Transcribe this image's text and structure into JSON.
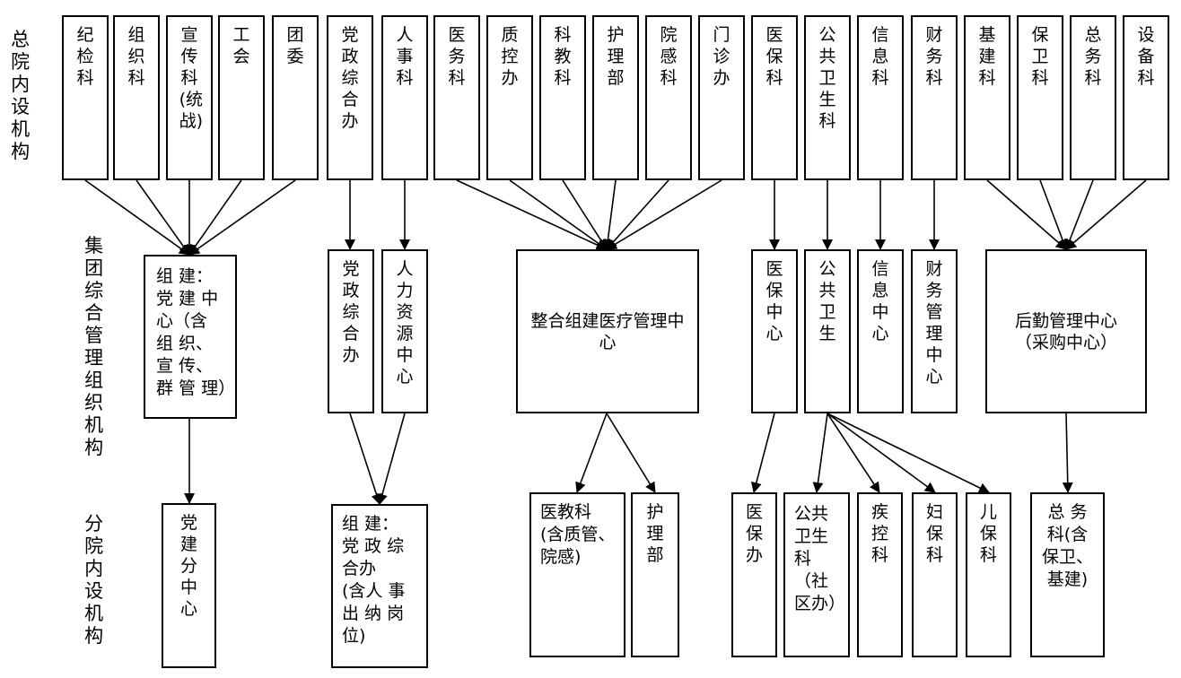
{
  "row_labels": {
    "top": "总院内设机构",
    "middle": "集团综合管理组织机构",
    "bottom": "分院内设机构"
  },
  "top_units": [
    "纪检科",
    "组织科",
    "宣传科(统战)",
    "工会",
    "团委",
    "党政综合办",
    "人事科",
    "医务科",
    "质控办",
    "科教科",
    "护理部",
    "院感科",
    "门诊办",
    "医保科",
    "公共卫生科",
    "信息科",
    "财务科",
    "基建科",
    "保卫科",
    "总务科",
    "设备科"
  ],
  "group_units": {
    "party_building": "组 建： 党 建 中 心（含 组 织、 宣 传、 群 管 理）",
    "party_admin": "党政综合办",
    "hr": "人力资源中心",
    "medical": "整合组建医疗管理中心",
    "insurance": "医保中心",
    "public_health": "公共卫生",
    "info": "信息中心",
    "finance": "财务管理中心",
    "logistics": "后勤管理中心\n（采购中心）"
  },
  "branch_units": {
    "party_center": "党建分中心",
    "admin_office": "组 建： 党 政 综\n合办\n(含人 事\n出 纳 岗\n位)",
    "med_edu": "医教科\n(含质管、\n院感)",
    "nursing": "护理部",
    "insurance_office": "医保办",
    "public_health": "公共卫生科（社区办）",
    "disease_control": "疾控科",
    "women_health": "妇保科",
    "child_health": "儿保科",
    "general_affairs": "总 务\n科(含\n保卫、\n基建)"
  }
}
